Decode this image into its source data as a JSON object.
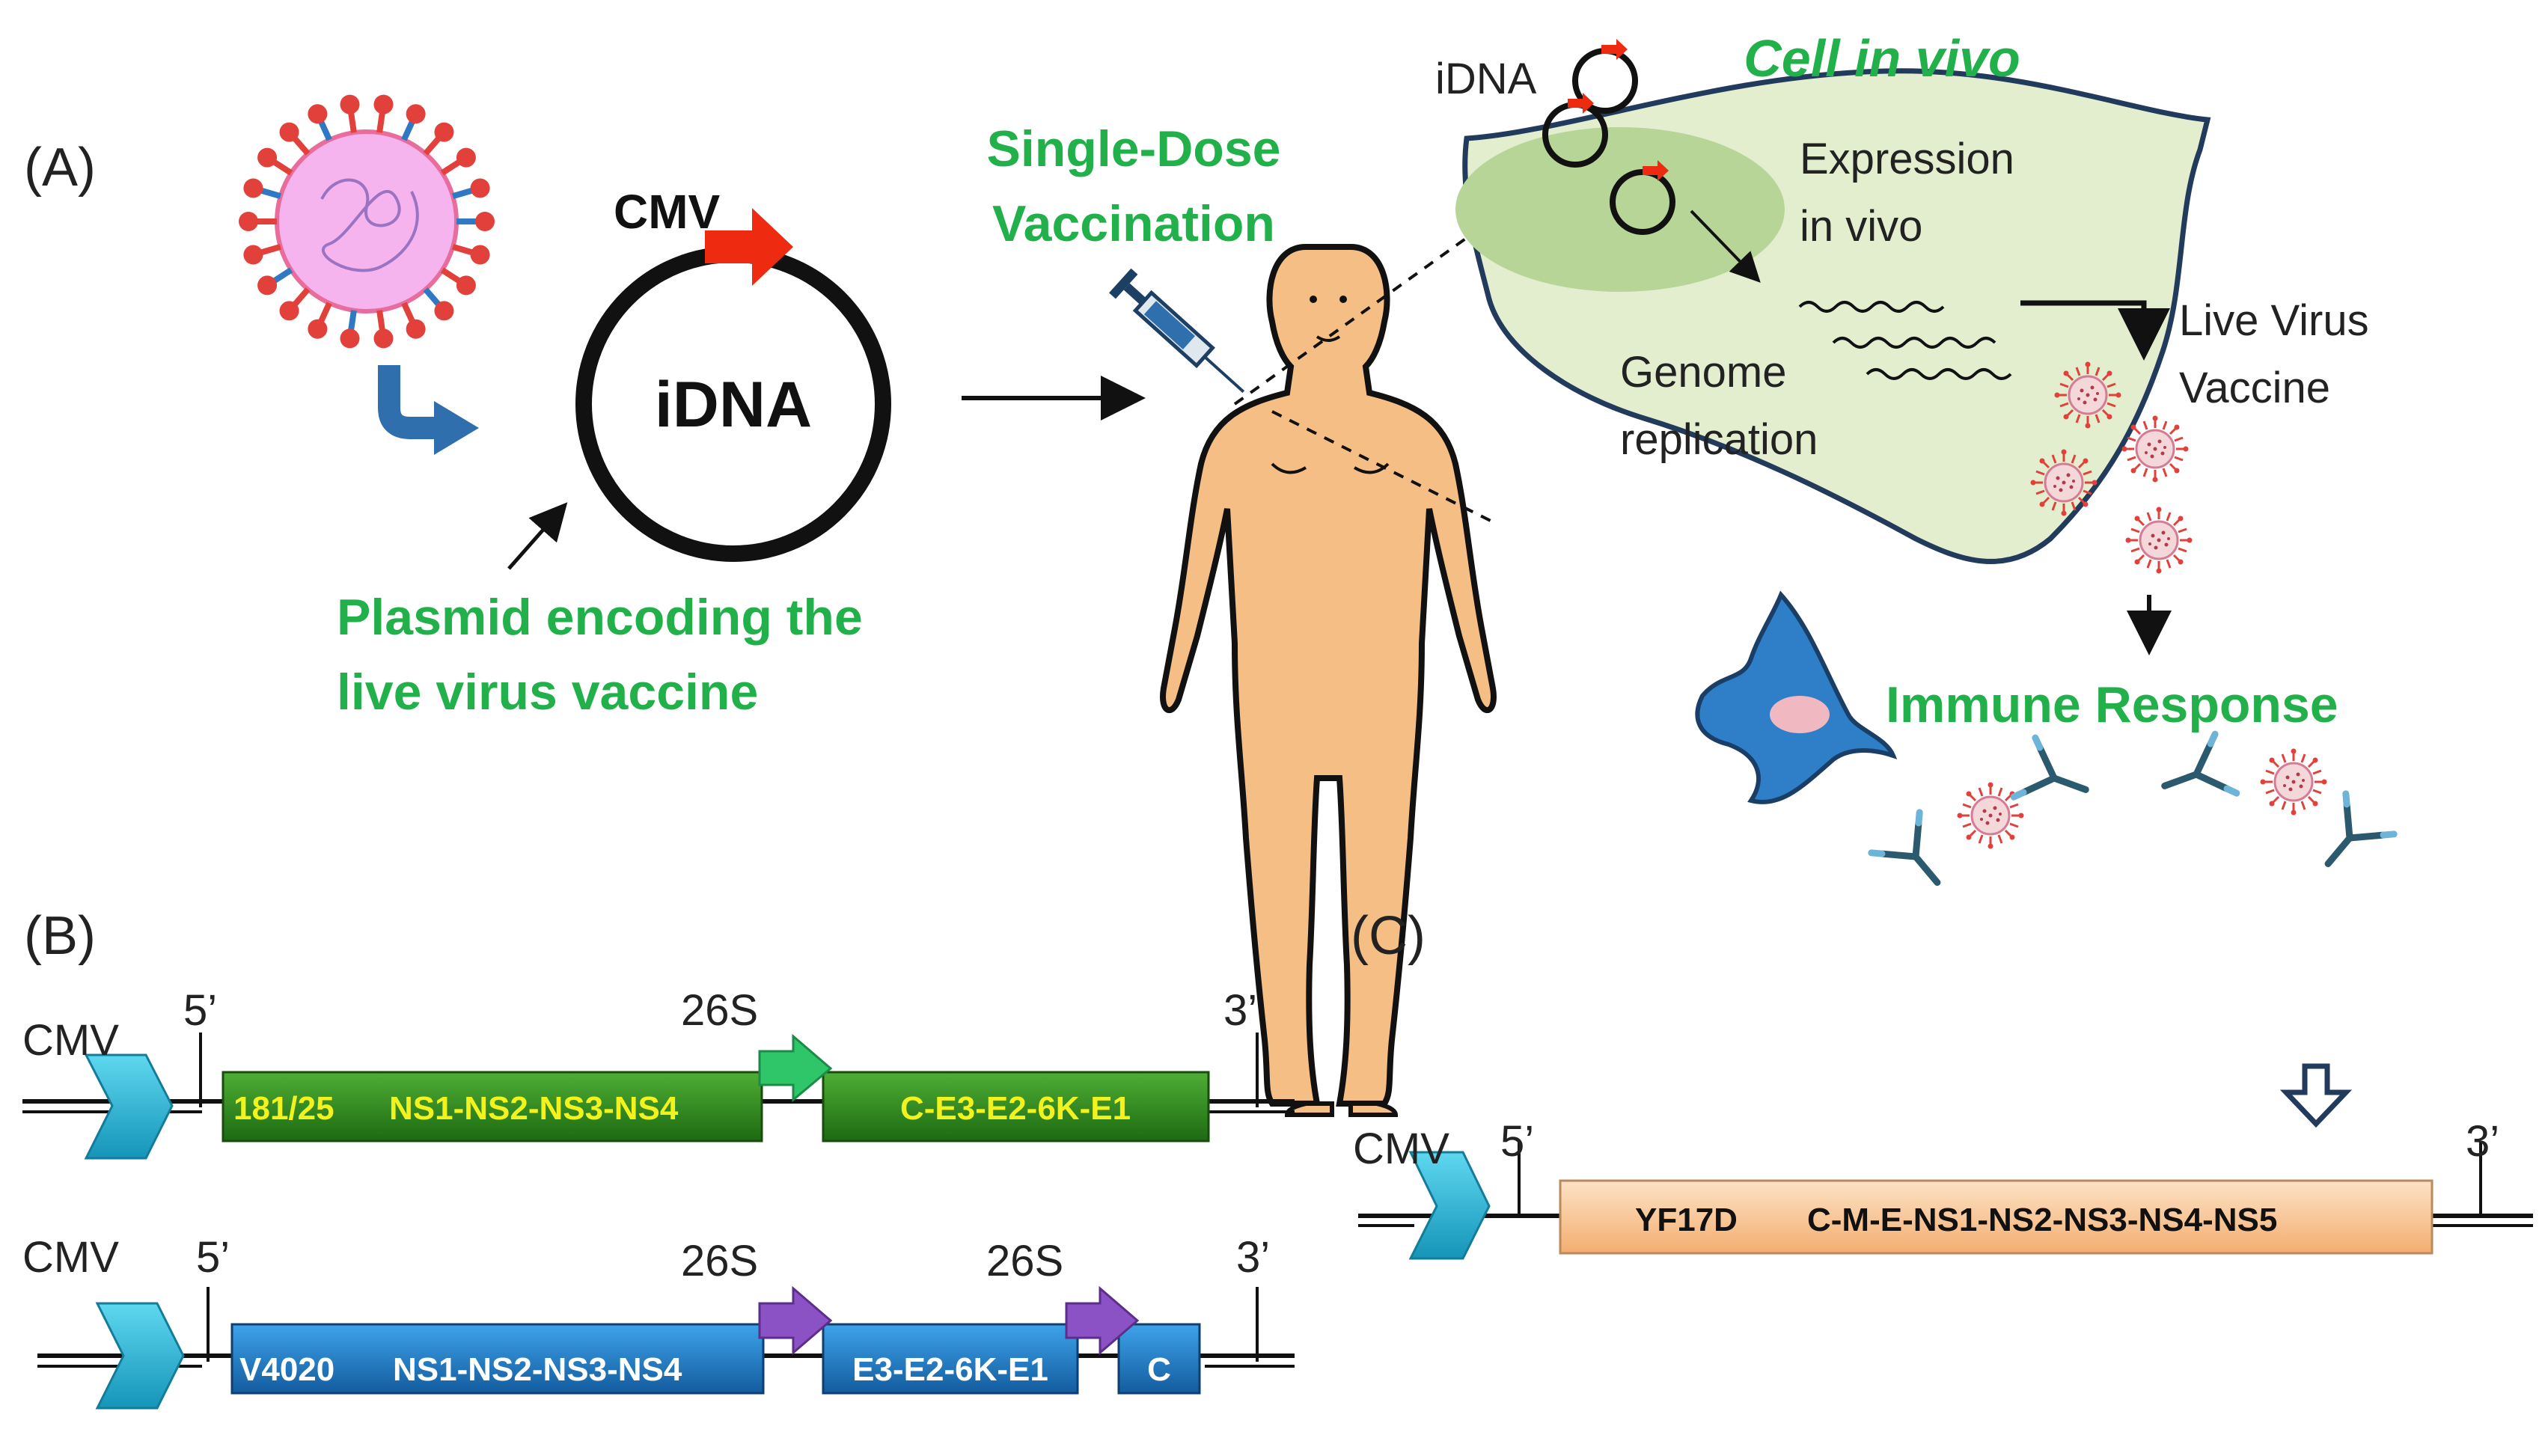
{
  "panel_a": {
    "label": "(A)",
    "promoter": "CMV",
    "plasmid_name": "iDNA",
    "plasmid_caption_line1": "Plasmid encoding the",
    "plasmid_caption_line2": "live virus vaccine",
    "vaccination_line1": "Single-Dose",
    "vaccination_line2": "Vaccination",
    "cell_title": "Cell in vivo",
    "cell_idna": "iDNA",
    "expression_line1": "Expression",
    "expression_line2": "in vivo",
    "genome_line1": "Genome",
    "genome_line2": "replication",
    "live_virus_line1": "Live Virus",
    "live_virus_line2": "Vaccine",
    "immune_response": "Immune Response"
  },
  "panel_b": {
    "label": "(B)",
    "construct1": {
      "promoter": "CMV",
      "five_prime": "5’",
      "three_prime": "3’",
      "subgenomic_promoter": "26S",
      "segment1_name": "181/25",
      "segment1_genes": "NS1-NS2-NS3-NS4",
      "segment2_genes": "C-E3-E2-6K-E1"
    },
    "construct2": {
      "promoter": "CMV",
      "five_prime": "5’",
      "three_prime": "3’",
      "subgenomic_promoter_1": "26S",
      "subgenomic_promoter_2": "26S",
      "segment1_name": "V4020",
      "segment1_genes": "NS1-NS2-NS3-NS4",
      "segment2_genes": "E3-E2-6K-E1",
      "segment3_genes": "C"
    }
  },
  "panel_c": {
    "label": "(C)",
    "promoter": "CMV",
    "five_prime": "5’",
    "three_prime": "3’",
    "segment_name": "YF17D",
    "segment_genes": "C-M-E-NS1-NS2-NS3-NS4-NS5"
  },
  "colors": {
    "green_text": "#22b04a",
    "cmv_promoter": "#29b6d6",
    "red_promoter": "#ee2a10",
    "construct1_box": "#2f8a1c",
    "construct1_text": "#f2f21e",
    "construct2_box": "#1f86d0",
    "subgenomic_arrow_green": "#2fc66a",
    "subgenomic_arrow_purple": "#8b52c6",
    "yf_box": "#f9c89a",
    "cell_fill": "#e3eecf",
    "cell_border": "#223a5c",
    "nucleus_fill": "#b7d597",
    "body_skin": "#f5be84",
    "dendritic_cell": "#2f7ec8",
    "dendritic_nucleus": "#f0b8c0",
    "antibody": "#2b5a6f",
    "virus_spike": "#e2413b",
    "virus_core": "#d77b95",
    "big_virus_core": "#f6b4ef",
    "blue_arrow": "#2f6fae"
  }
}
